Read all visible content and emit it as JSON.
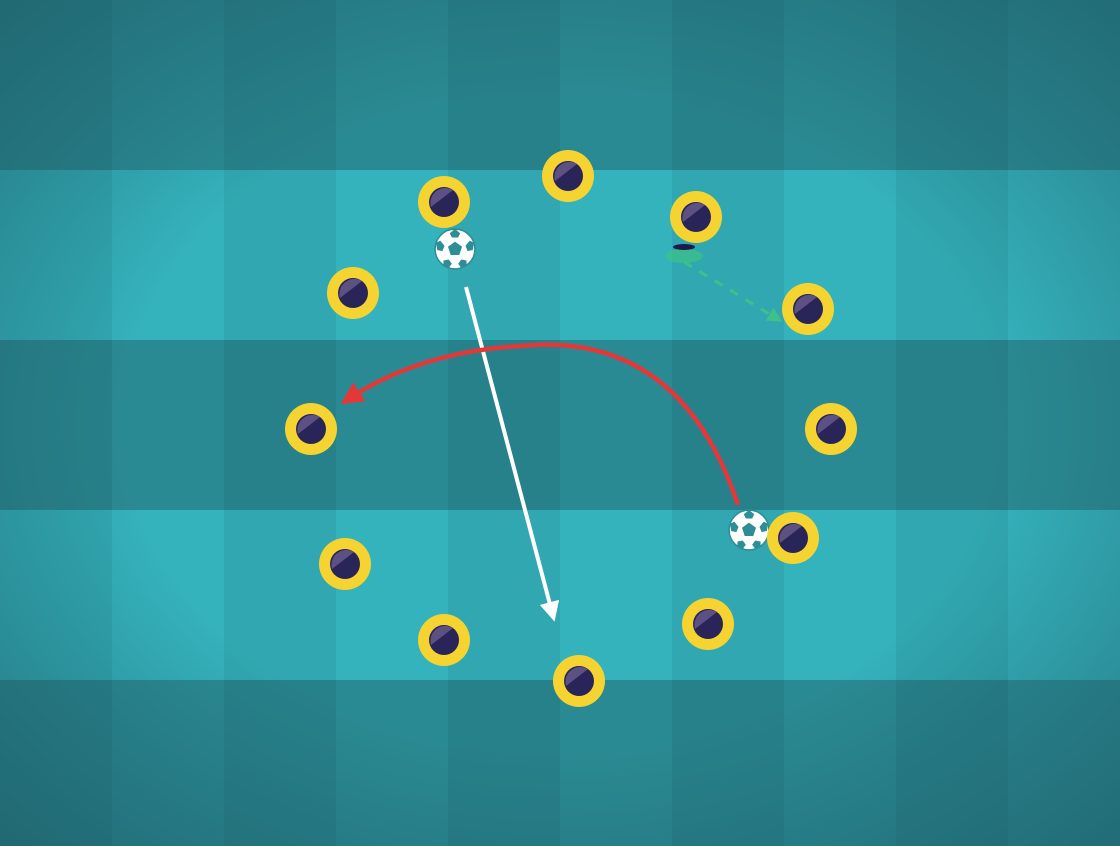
{
  "pitch": {
    "colors": {
      "grass_dark": "#2a8a93",
      "grass_light": "#35b3bd",
      "vignette": "#1e5d68",
      "player_ring": "#f5d431",
      "player_core": "#2a2559",
      "pass_arrow": "#ffffff",
      "switch_arrow": "#e43838",
      "run_arrow": "#3ec08a"
    },
    "players": [
      {
        "id": "p1"
      },
      {
        "id": "p2"
      },
      {
        "id": "p3"
      },
      {
        "id": "p4"
      },
      {
        "id": "p5"
      },
      {
        "id": "p6"
      },
      {
        "id": "p7"
      },
      {
        "id": "p8"
      },
      {
        "id": "p9"
      },
      {
        "id": "p10"
      },
      {
        "id": "p11"
      },
      {
        "id": "p12"
      },
      {
        "id": "p13"
      }
    ],
    "balls": [
      {
        "id": "ball-top",
        "icon": "soccer-ball-icon"
      },
      {
        "id": "ball-right",
        "icon": "soccer-ball-icon"
      }
    ],
    "cone": {
      "icon": "cone-marker-icon",
      "color": "#3ec08a"
    },
    "arrows": [
      {
        "id": "pass-arrow",
        "style": "solid",
        "color": "#ffffff"
      },
      {
        "id": "switch-arrow",
        "style": "curved",
        "color": "#e43838"
      },
      {
        "id": "run-arrow",
        "style": "dashed",
        "color": "#3ec08a"
      }
    ]
  }
}
